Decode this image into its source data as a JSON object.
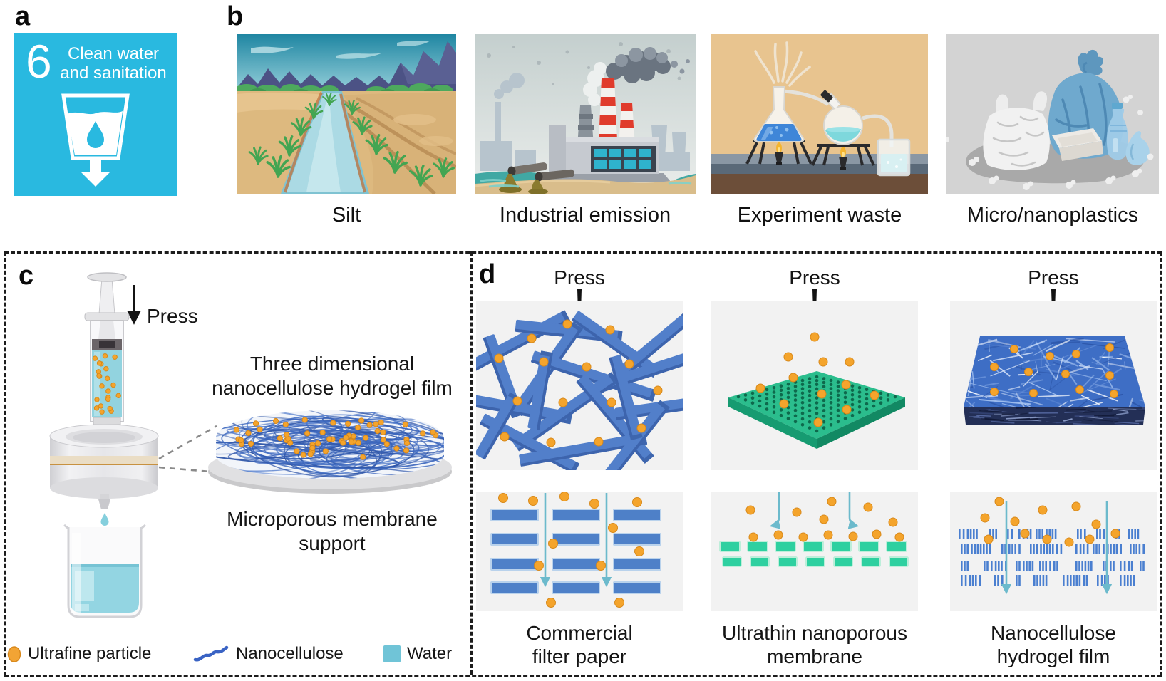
{
  "figure": {
    "panel_a_label": "a",
    "panel_b_label": "b",
    "panel_c_label": "c",
    "panel_d_label": "d"
  },
  "sdg_badge": {
    "goal_number": "6",
    "title_line1": "Clean water",
    "title_line2": "and sanitation",
    "background_color": "#29B9E0",
    "icon": "water-glass-with-drop-and-down-arrow"
  },
  "pollution_sources": [
    {
      "label": "Silt",
      "illustration": "river-through-desert"
    },
    {
      "label": "Industrial emission",
      "illustration": "factory-smokestacks-discharging-waste"
    },
    {
      "label": "Experiment waste",
      "illustration": "lab-flasks-on-burners"
    },
    {
      "label": "Micro/nanoplastics",
      "illustration": "plastic-trash-bags-and-bottle"
    }
  ],
  "panel_c": {
    "press_label": "Press",
    "film_label_line1": "Three dimensional",
    "film_label_line2": "nanocellulose hydrogel film",
    "support_label_line1": "Microporous membrane",
    "support_label_line2": "support",
    "legend": [
      {
        "label": "Ultrafine particle",
        "swatch": "orange-particle",
        "color": "#F2A434"
      },
      {
        "label": "Nanocellulose",
        "swatch": "blue-fiber-squiggle",
        "color": "#3A63C4"
      },
      {
        "label": "Water",
        "swatch": "cyan-square",
        "color": "#70C4D7"
      }
    ]
  },
  "panel_d": {
    "columns": [
      {
        "press_label": "Press",
        "caption_line1": "Commercial",
        "caption_line2": "filter paper"
      },
      {
        "press_label": "Press",
        "caption_line1": "Ultrathin nanoporous",
        "caption_line2": "membrane"
      },
      {
        "press_label": "Press",
        "caption_line1": "Nanocellulose",
        "caption_line2": "hydrogel film"
      }
    ]
  },
  "colors": {
    "particle_orange": "#F2A434",
    "fiber_blue": "#4F80C9",
    "mesh_blue": "#3B66BD",
    "membrane_green": "#2BBD8D",
    "water_cyan": "#8FD3E1",
    "flow_arrow_teal": "#6CBACC",
    "tile_background": "#F2F2F2",
    "sdg_cyan": "#29B9E0"
  }
}
